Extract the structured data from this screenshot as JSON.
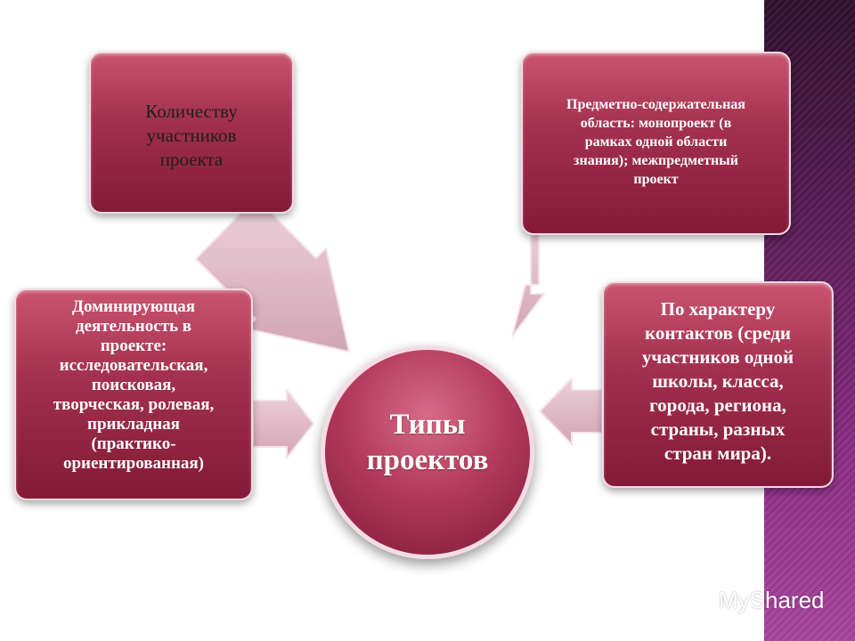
{
  "diagram": {
    "center": {
      "label": "Типы\nпроектов"
    },
    "boxes": {
      "participants": {
        "label": "Количеству\nучастников\nпроекта"
      },
      "subject_area": {
        "label": "Предметно-содержательная\nобласть: монопроект (в\nрамках одной области\nзнания); межпредметный\nпроект"
      },
      "dominant_activity": {
        "label": "Доминирующая\nдеятельность в\nпроекте:\nисследовательская,\nпоисковая,\nтворческая, ролевая,\nприкладная\n(практико-\nориентированная)"
      },
      "contacts": {
        "label": "По характеру\nконтактов (среди\nучастников одной\nшколы, класса,\nгорода, региона,\nстраны, разных\nстран мира)."
      }
    },
    "colors": {
      "box_fill": "#a2304e",
      "box_border": "#f3d9e2",
      "arrow_fill": "#e7c2cd",
      "side_stripe": "#5a1c57"
    }
  },
  "watermark": {
    "text": "MyShared",
    "icon": "myshared-logo-icon"
  }
}
